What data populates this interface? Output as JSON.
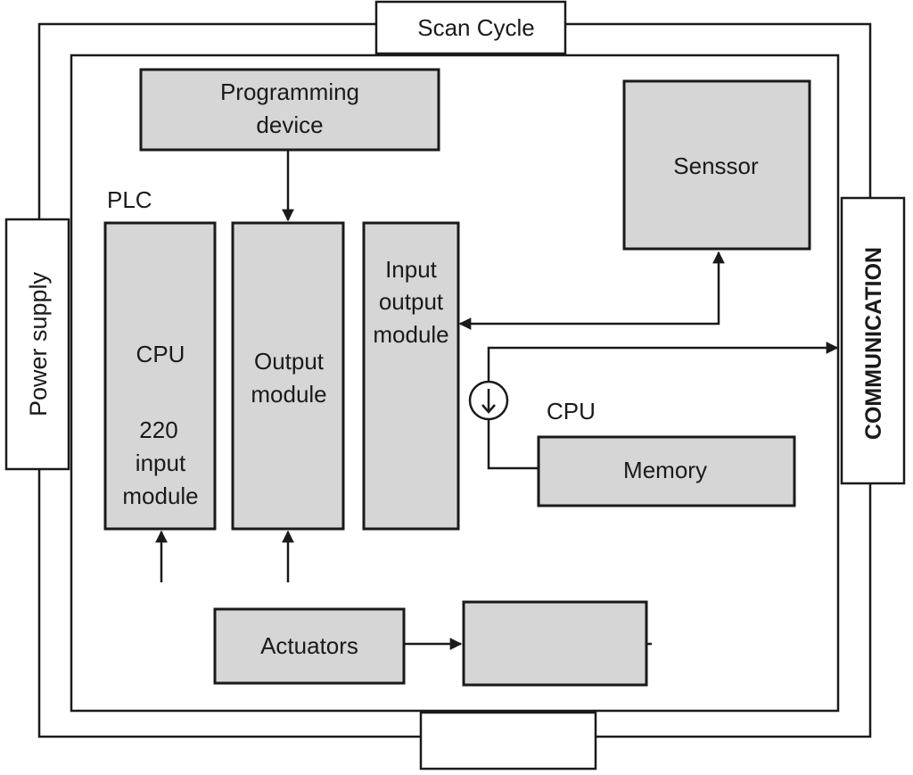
{
  "diagram": {
    "scan_cycle": "Scan Cycle",
    "power_supply": "Power supply",
    "communication": "COMMUNICATION",
    "programming_device": [
      "Programming",
      "device"
    ],
    "plc": "PLC",
    "cpu_module": {
      "line1": "CPU",
      "line2": "220",
      "line3": "input",
      "line4": "module"
    },
    "output_module": [
      "Output",
      "module"
    ],
    "io_module": [
      "Input",
      "output",
      "module"
    ],
    "sensor": "Senssor",
    "cpu_label": "CPU",
    "memory": "Memory",
    "actuators": "Actuators"
  }
}
